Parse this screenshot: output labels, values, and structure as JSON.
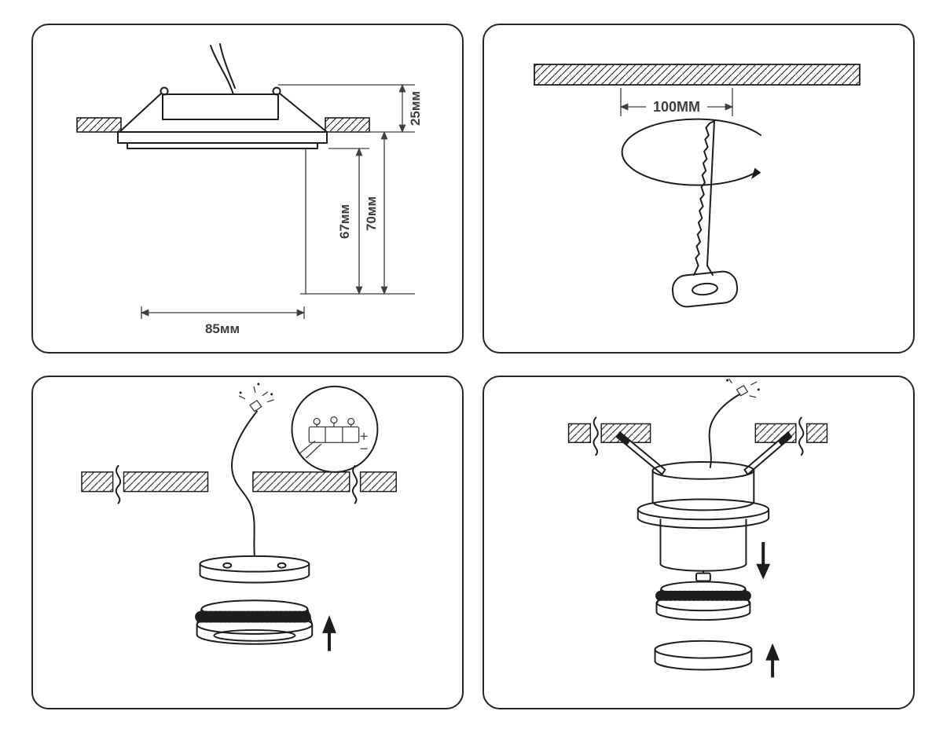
{
  "colors": {
    "ink": "#1d1d1d",
    "dimension_text": "#3d3d3d",
    "background": "#ffffff"
  },
  "panel1": {
    "dim_height_above_ceiling": "25мм",
    "dim_recess_depth": "67мм",
    "dim_total_depth": "70мм",
    "dim_body_width": "85мм"
  },
  "panel2": {
    "dim_hole_diameter": "100MM"
  }
}
